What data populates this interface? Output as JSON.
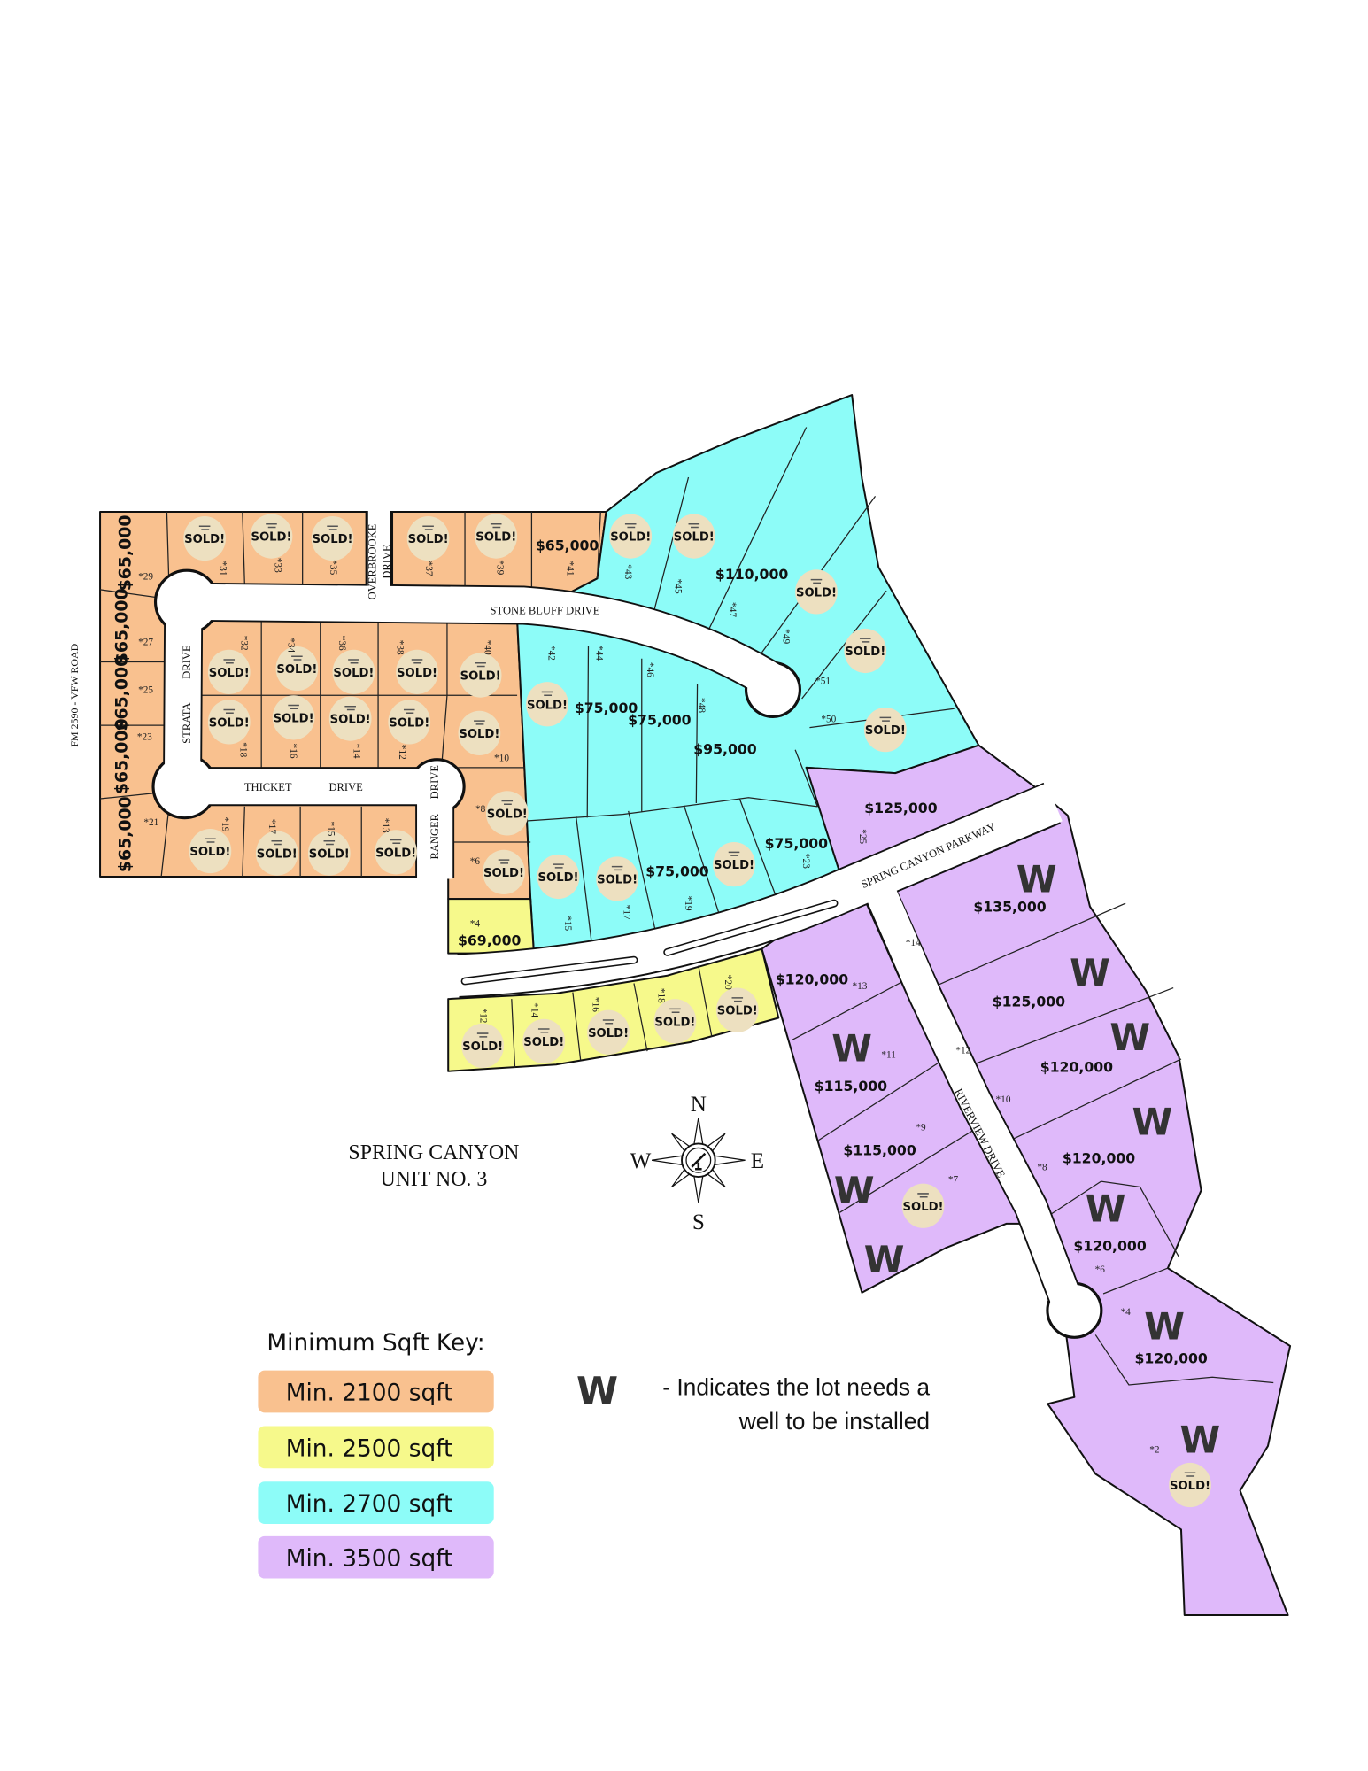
{
  "map": {
    "title_line1": "SPRING CANYON",
    "title_line2": "UNIT NO. 3",
    "boundary_road": "FM 2590 - VFW ROAD",
    "streets": {
      "stone_bluff": "STONE BLUFF DRIVE",
      "overbrooke_1": "OVERBROOKE",
      "overbrooke_2": "DRIVE",
      "strata_1": "STRATA",
      "strata_2": "DRIVE",
      "thicket_1": "THICKET",
      "thicket_2": "DRIVE",
      "ranger_1": "RANGER",
      "ranger_2": "DRIVE",
      "parkway": "SPRING CANYON PARKWAY",
      "riverview": "RIVERVIEW DRIVE"
    },
    "compass": {
      "n": "N",
      "s": "S",
      "e": "E",
      "w": "W"
    },
    "sold_label": "SOLD!",
    "well_marker": "W",
    "colors": {
      "orange": "#f9c18f",
      "yellow": "#f6f98b",
      "cyan": "#8dfcf8",
      "purple": "#dfb9fa",
      "sold_badge": "#ede0c0",
      "well_marker": "#333333"
    }
  },
  "lots": [
    {
      "section": "orange",
      "num": "29",
      "status": "available",
      "price": "$65,000",
      "well": false
    },
    {
      "section": "orange",
      "num": "27",
      "status": "available",
      "price": "$65,000",
      "well": false
    },
    {
      "section": "orange",
      "num": "25",
      "status": "available",
      "price": "$65,000",
      "well": false
    },
    {
      "section": "orange",
      "num": "23",
      "status": "available",
      "price": "$65,000",
      "well": false
    },
    {
      "section": "orange",
      "num": "21",
      "status": "available",
      "price": "$65,000",
      "well": false
    },
    {
      "section": "orange",
      "num": "31",
      "status": "sold",
      "price": null,
      "well": false
    },
    {
      "section": "orange",
      "num": "33",
      "status": "sold",
      "price": null,
      "well": false
    },
    {
      "section": "orange",
      "num": "35",
      "status": "sold",
      "price": null,
      "well": false
    },
    {
      "section": "orange",
      "num": "37",
      "status": "sold",
      "price": null,
      "well": false
    },
    {
      "section": "orange",
      "num": "39",
      "status": "sold",
      "price": null,
      "well": false
    },
    {
      "section": "orange",
      "num": "41",
      "status": "available",
      "price": "$65,000",
      "well": false
    },
    {
      "section": "orange",
      "num": "32",
      "status": "sold",
      "price": null,
      "well": false
    },
    {
      "section": "orange",
      "num": "34",
      "status": "sold",
      "price": null,
      "well": false
    },
    {
      "section": "orange",
      "num": "36",
      "status": "sold",
      "price": null,
      "well": false
    },
    {
      "section": "orange",
      "num": "38",
      "status": "sold",
      "price": null,
      "well": false
    },
    {
      "section": "orange",
      "num": "40",
      "status": "sold",
      "price": null,
      "well": false
    },
    {
      "section": "orange",
      "num": "18",
      "status": "sold",
      "price": null,
      "well": false
    },
    {
      "section": "orange",
      "num": "16",
      "status": "sold",
      "price": null,
      "well": false
    },
    {
      "section": "orange",
      "num": "14",
      "status": "sold",
      "price": null,
      "well": false
    },
    {
      "section": "orange",
      "num": "12",
      "status": "sold",
      "price": null,
      "well": false
    },
    {
      "section": "orange",
      "num": "10",
      "status": "sold",
      "price": null,
      "well": false
    },
    {
      "section": "orange",
      "num": "19",
      "status": "sold",
      "price": null,
      "well": false
    },
    {
      "section": "orange",
      "num": "17",
      "status": "sold",
      "price": null,
      "well": false
    },
    {
      "section": "orange",
      "num": "15",
      "status": "sold",
      "price": null,
      "well": false
    },
    {
      "section": "orange",
      "num": "13",
      "status": "sold",
      "price": null,
      "well": false
    },
    {
      "section": "orange",
      "num": "8",
      "status": "sold",
      "price": null,
      "well": false
    },
    {
      "section": "orange",
      "num": "6",
      "status": "sold",
      "price": null,
      "well": false
    },
    {
      "section": "yellow",
      "num": "4",
      "status": "available",
      "price": "$69,000",
      "well": false
    },
    {
      "section": "yellow",
      "num": "12",
      "status": "sold",
      "price": null,
      "well": false
    },
    {
      "section": "yellow",
      "num": "14",
      "status": "sold",
      "price": null,
      "well": false
    },
    {
      "section": "yellow",
      "num": "16",
      "status": "sold",
      "price": null,
      "well": false
    },
    {
      "section": "yellow",
      "num": "18",
      "status": "sold",
      "price": null,
      "well": false
    },
    {
      "section": "yellow",
      "num": "20",
      "status": "sold",
      "price": null,
      "well": false
    },
    {
      "section": "cyan",
      "num": "43",
      "status": "sold",
      "price": null,
      "well": false
    },
    {
      "section": "cyan",
      "num": "45",
      "status": "sold",
      "price": null,
      "well": false
    },
    {
      "section": "cyan",
      "num": "47",
      "status": "available",
      "price": "$110,000",
      "well": false
    },
    {
      "section": "cyan",
      "num": "49",
      "status": "sold",
      "price": null,
      "well": false
    },
    {
      "section": "cyan",
      "num": "51",
      "status": "sold",
      "price": null,
      "well": false
    },
    {
      "section": "cyan",
      "num": "50",
      "status": "sold",
      "price": null,
      "well": false
    },
    {
      "section": "cyan",
      "num": "42",
      "status": "sold",
      "price": null,
      "well": false
    },
    {
      "section": "cyan",
      "num": "44",
      "status": "available",
      "price": "$75,000",
      "well": false
    },
    {
      "section": "cyan",
      "num": "46",
      "status": "available",
      "price": "$75,000",
      "well": false
    },
    {
      "section": "cyan",
      "num": "48",
      "status": "available",
      "price": "$95,000",
      "well": false
    },
    {
      "section": "cyan",
      "num": "15",
      "status": "sold",
      "price": null,
      "well": false
    },
    {
      "section": "cyan",
      "num": "17",
      "status": "sold",
      "price": null,
      "well": false
    },
    {
      "section": "cyan",
      "num": "19",
      "status": "available",
      "price": "$75,000",
      "well": false
    },
    {
      "section": "cyan",
      "num": null,
      "status": "sold",
      "price": null,
      "well": false
    },
    {
      "section": "cyan",
      "num": "23",
      "status": "available",
      "price": "$75,000",
      "well": false
    },
    {
      "section": "purple",
      "num": "25",
      "status": "available",
      "price": "$125,000",
      "well": false
    },
    {
      "section": "purple",
      "num": "14",
      "status": "available",
      "price": "$135,000",
      "well": true
    },
    {
      "section": "purple",
      "num": "13",
      "status": "available",
      "price": "$120,000",
      "well": false
    },
    {
      "section": "purple",
      "num": "12",
      "status": "available",
      "price": "$125,000",
      "well": true
    },
    {
      "section": "purple",
      "num": "11",
      "status": "available",
      "price": "$115,000",
      "well": true
    },
    {
      "section": "purple",
      "num": "10",
      "status": "available",
      "price": "$120,000",
      "well": true
    },
    {
      "section": "purple",
      "num": "9",
      "status": "available",
      "price": "$115,000",
      "well": true
    },
    {
      "section": "purple",
      "num": "8",
      "status": "available",
      "price": "$120,000",
      "well": true
    },
    {
      "section": "purple",
      "num": "7",
      "status": "sold",
      "price": null,
      "well": true
    },
    {
      "section": "purple",
      "num": "6",
      "status": "available",
      "price": "$120,000",
      "well": true
    },
    {
      "section": "purple",
      "num": "4",
      "status": "available",
      "price": "$120,000",
      "well": true
    },
    {
      "section": "purple",
      "num": "2",
      "status": "sold",
      "price": null,
      "well": true
    }
  ],
  "legend": {
    "title": "Minimum Sqft Key:",
    "items": [
      {
        "label": "Min. 2100 sqft",
        "color": "#f9c18f"
      },
      {
        "label": "Min. 2500 sqft",
        "color": "#f6f98b"
      },
      {
        "label": "Min. 2700 sqft",
        "color": "#8dfcf8"
      },
      {
        "label": "Min. 3500 sqft",
        "color": "#dfb9fa"
      }
    ]
  },
  "well_note": {
    "marker": "W",
    "line1": "- Indicates the lot needs a",
    "line2": "well to be installed"
  }
}
